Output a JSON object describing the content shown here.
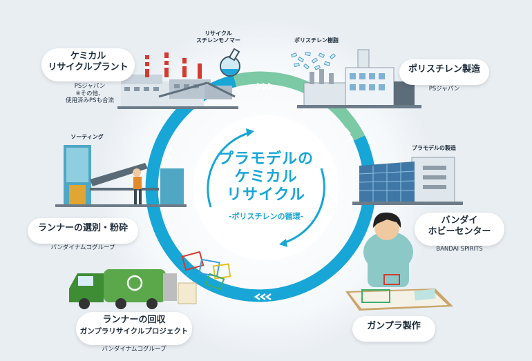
{
  "center": {
    "title_line1": "プラモデルの",
    "title_line2": "ケミカル",
    "title_line3": "リサイクル",
    "subtitle": "-ポリスチレンの循環-"
  },
  "stations": {
    "chemical_plant": {
      "title_line1": "ケミカル",
      "title_line2": "リサイクルプラント",
      "company": "PSジャパン",
      "note_line1": "※その他、",
      "note_line2": "使用済みPSも合流"
    },
    "polystyrene": {
      "title": "ポリスチレン製造",
      "company": "PSジャパン"
    },
    "bandai_hobby": {
      "title_line1": "バンダイ",
      "title_line2": "ホビーセンター",
      "company": "BANDAI SPIRITS"
    },
    "gunpla_making": {
      "title": "ガンプラ製作"
    },
    "runner_collection": {
      "title_line1": "ランナーの回収",
      "title_line2": "ガンプラリサイクルプロジェクト",
      "company": "バンダイナムコグループ"
    },
    "runner_sorting": {
      "title": "ランナーの選別・粉砕",
      "company": "バンダイナムコグループ"
    }
  },
  "tags": {
    "styrene_monomer_line1": "リサイクル",
    "styrene_monomer_line2": "スチレンモノマー",
    "ps_resin": "ポリスチレン樹脂",
    "plamodel_production": "プラモデルの製造",
    "sorting": "ソーティング"
  },
  "colors": {
    "cycle_blue": "#17a6d6",
    "cycle_green": "#7cc9a6",
    "background": "#e9eef3"
  }
}
